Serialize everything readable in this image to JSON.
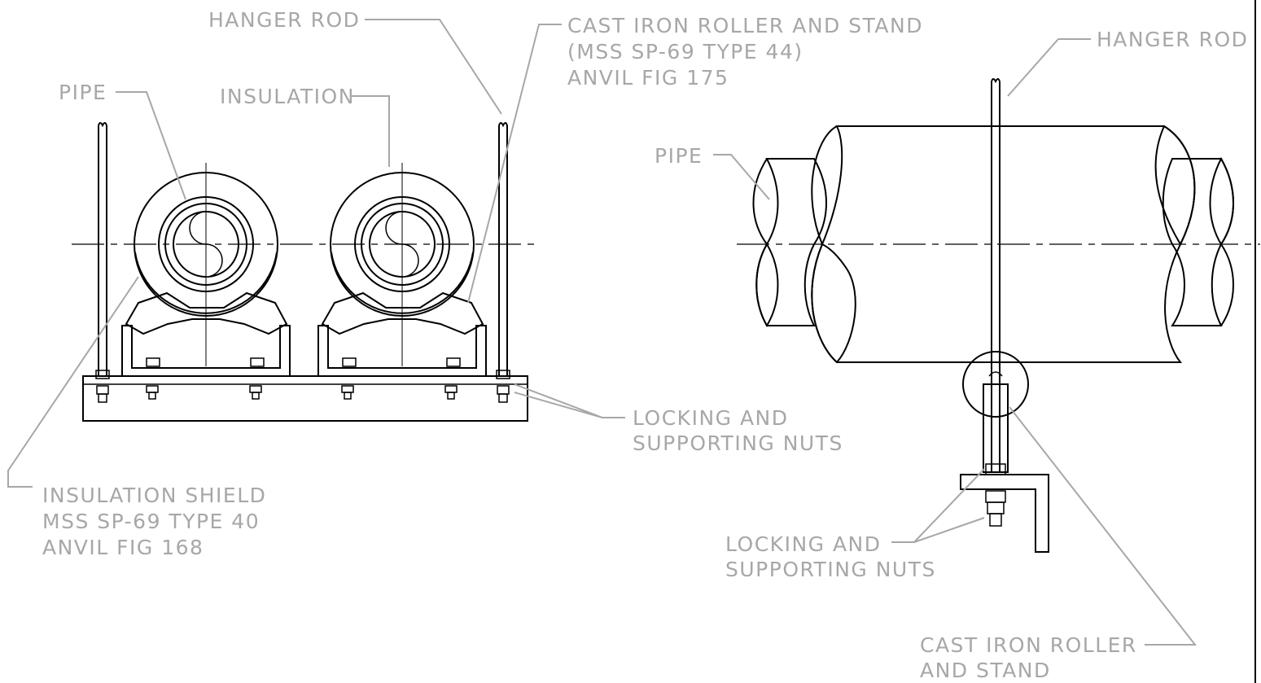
{
  "labels": {
    "hanger_rod_left": "HANGER ROD",
    "cast_iron_line1": "CAST IRON ROLLER AND STAND",
    "cast_iron_line2": "(MSS SP-69 TYPE 44)",
    "cast_iron_line3": "ANVIL FIG 175",
    "pipe_left": "PIPE",
    "insulation": "INSULATION",
    "hanger_rod_right": "HANGER ROD",
    "pipe_right": "PIPE",
    "locking_left_line1": "LOCKING AND",
    "locking_left_line2": "SUPPORTING NUTS",
    "shield_line1": "INSULATION SHIELD",
    "shield_line2": "MSS SP-69 TYPE 40",
    "shield_line3": "ANVIL FIG 168",
    "locking_right_line1": "LOCKING AND",
    "locking_right_line2": "SUPPORTING NUTS",
    "roller_right_line1": "CAST IRON ROLLER",
    "roller_right_line2": "AND STAND"
  },
  "colors": {
    "line": "#000000",
    "annotation": "#a7a7a7",
    "background": "#ffffff"
  }
}
